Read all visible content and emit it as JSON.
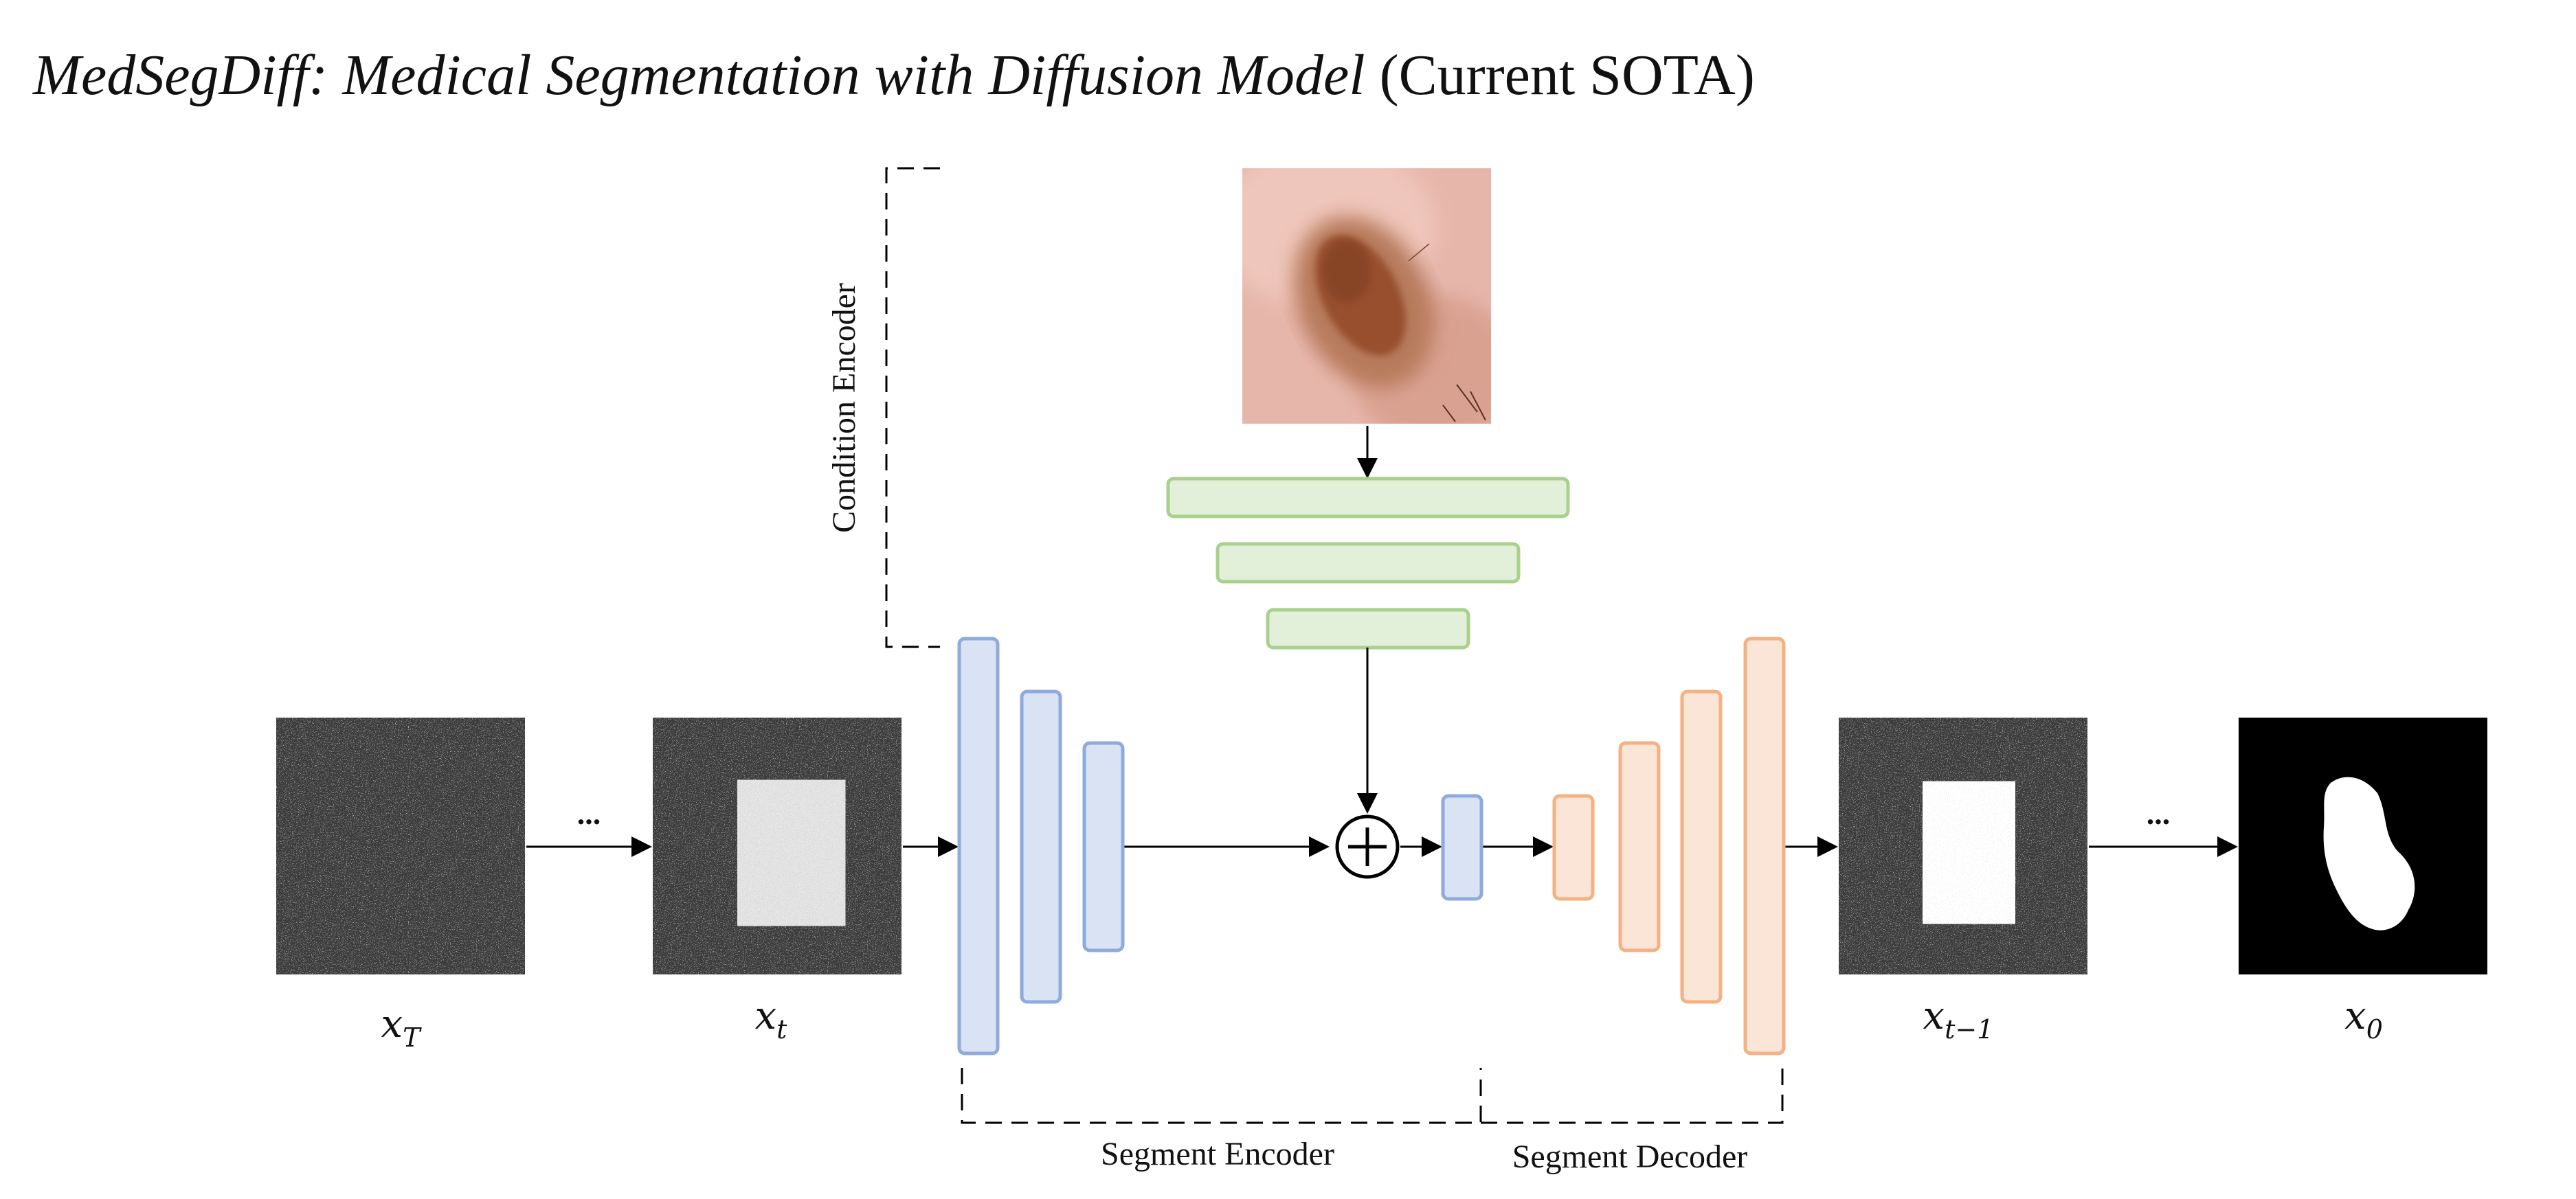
{
  "title": {
    "italic": "MedSegDiff: Medical Segmentation with Diffusion Model",
    "plain": "(Current SOTA)"
  },
  "labels": {
    "condition_encoder": "Condition Encoder",
    "segment_encoder": "Segment Encoder",
    "segment_decoder": "Segment Decoder",
    "ellipsis": "...",
    "plus": "+"
  },
  "images": {
    "x_T": {
      "base": "x",
      "sub": "T"
    },
    "x_t": {
      "base": "x",
      "sub": "t"
    },
    "x_t_minus_1": {
      "base": "x",
      "sub": "t−1"
    },
    "x_0": {
      "base": "x",
      "sub": "0"
    }
  },
  "colors": {
    "encoder_fill": "#dae3f3",
    "encoder_stroke": "#8faadc",
    "decoder_fill": "#fbe5d6",
    "decoder_stroke": "#f4b183",
    "condition_fill": "#e2f0d9",
    "condition_stroke": "#a9d18e",
    "line": "#000000"
  }
}
